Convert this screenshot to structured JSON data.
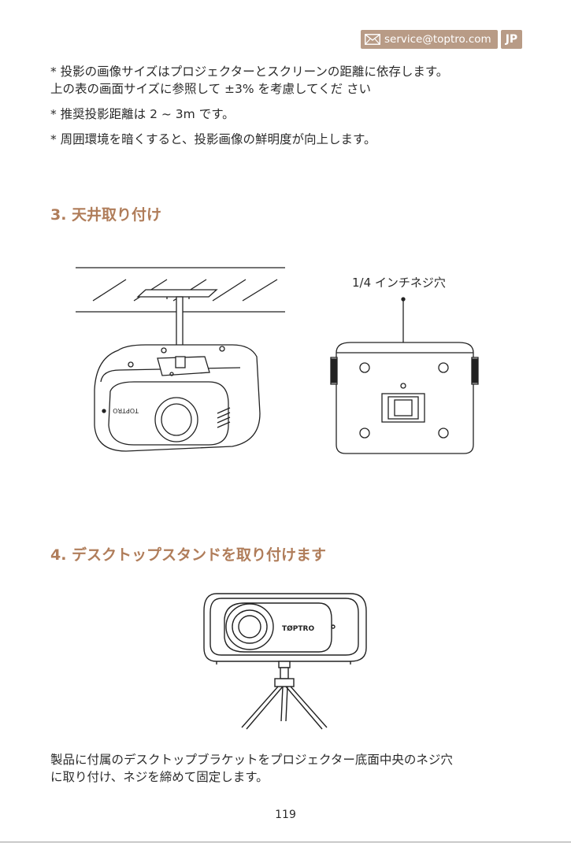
{
  "header": {
    "email": "service@toptro.com",
    "lang": "JP",
    "icons": {
      "email": "envelope-icon"
    },
    "colors": {
      "badge": "#b89b86",
      "accent": "#b07d5a"
    }
  },
  "notes": [
    "* 投影の画像サイズはプロジェクターとスクリーンの距離に依存します。",
    "上の表の画面サイズに参照して ±3% を考慮してくだ さい",
    "* 推奨投影距離は 2 ~ 3m です。",
    "* 周囲環境を暗くすると、投影画像の鮮明度が向上します。"
  ],
  "section3": {
    "title": "3. 天井取り付け",
    "screw_label": "1/4 インチネジ穴",
    "brand": "TOPTRO"
  },
  "section4": {
    "title": "4. デスクトップスタンドを取り付けます",
    "brand": "TØPTRO",
    "description_lines": [
      "製品に付属のデスクトップブラケットをプロジェクター底面中央のネジ穴",
      "に取り付け、ネジを締めて固定します。"
    ]
  },
  "page_number": "119"
}
